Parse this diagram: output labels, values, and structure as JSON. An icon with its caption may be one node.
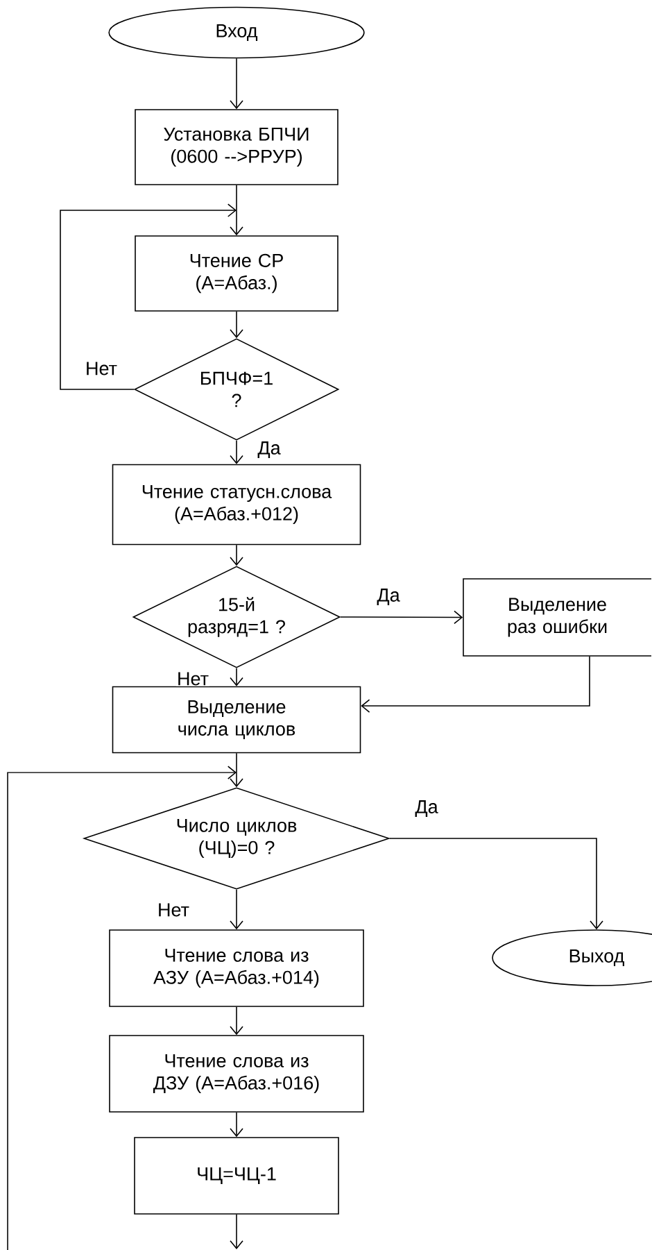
{
  "diagram": {
    "nodes": [
      {
        "text": [
          "Вход"
        ]
      },
      {
        "text": [
          "Установка БПЧИ (0600 -->РРУР)"
        ]
      },
      {
        "text": [
          "Чтение СР (А=Абаз.)"
        ]
      },
      {
        "text": [
          "БПЧФ=1 ?"
        ]
      },
      {
        "text": [
          "Чтение статусн.слова (А=Абаз.+012)"
        ]
      },
      {
        "text": [
          "15-й разряд=1 ?"
        ]
      },
      {
        "text": [
          "Выделение раз ошибки"
        ]
      },
      {
        "text": [
          "Выделение числа циклов"
        ]
      },
      {
        "text": [
          "Число циклов (ЧЦ)=0 ?"
        ]
      },
      {
        "text": [
          "Выход"
        ]
      },
      {
        "text": [
          "Чтение слова из АЗУ (А=Абаз.+014)"
        ]
      },
      {
        "text": [
          "Чтение слова из ДЗУ (А=Абаз.+016)"
        ]
      },
      {
        "text": [
          "ЧЦ=ЧЦ-1"
        ]
      }
    ],
    "edges": [
      {
        "from": 0,
        "to": 1,
        "arrow": "to"
      },
      {
        "from": 1,
        "to": 2,
        "arrow": "to"
      },
      {
        "from": 2,
        "to": 3,
        "arrow": "to"
      },
      {
        "from": 3,
        "to": 2,
        "arrow": "to",
        "label": "Нет"
      },
      {
        "from": 3,
        "to": 4,
        "arrow": "to",
        "label": "Да"
      },
      {
        "from": 4,
        "to": 5,
        "arrow": "to"
      },
      {
        "from": 5,
        "to": 6,
        "arrow": "to",
        "label": "Да"
      },
      {
        "from": 5,
        "to": 7,
        "arrow": "to",
        "label": "Нет"
      },
      {
        "from": 6,
        "to": 7,
        "arrow": "to"
      },
      {
        "from": 7,
        "to": 8,
        "arrow": "to"
      },
      {
        "from": 8,
        "to": 9,
        "arrow": "to",
        "label": "Да"
      },
      {
        "from": 8,
        "to": 10,
        "arrow": "to",
        "label": "Нет"
      },
      {
        "from": 10,
        "to": 11,
        "arrow": "to"
      },
      {
        "from": 11,
        "to": 12,
        "arrow": "to"
      },
      {
        "from": 12,
        "to": null,
        "arrow": "to"
      },
      {
        "from": null,
        "to": 8,
        "arrow": "to"
      }
    ]
  }
}
